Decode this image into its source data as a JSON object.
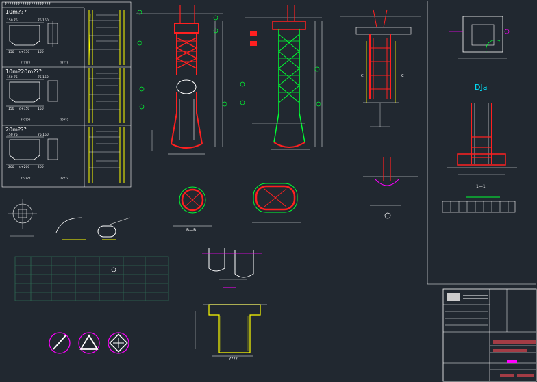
{
  "header": "?????????????????????",
  "pile_types": [
    {
      "label": "10m???"
    },
    {
      "label": "10m?20m???"
    },
    {
      "label": "20m???"
    }
  ],
  "sections": {
    "bb": "B—B",
    "one": "1—1",
    "foundation": "DJa"
  },
  "bottom_label": "????",
  "colors": {
    "background": "#212830",
    "red": "#ff2020",
    "green": "#00ff33",
    "yellow": "#ffff00",
    "cyan": "#00e5ff",
    "magenta": "#ff00ff",
    "frame": "#ffffff"
  }
}
